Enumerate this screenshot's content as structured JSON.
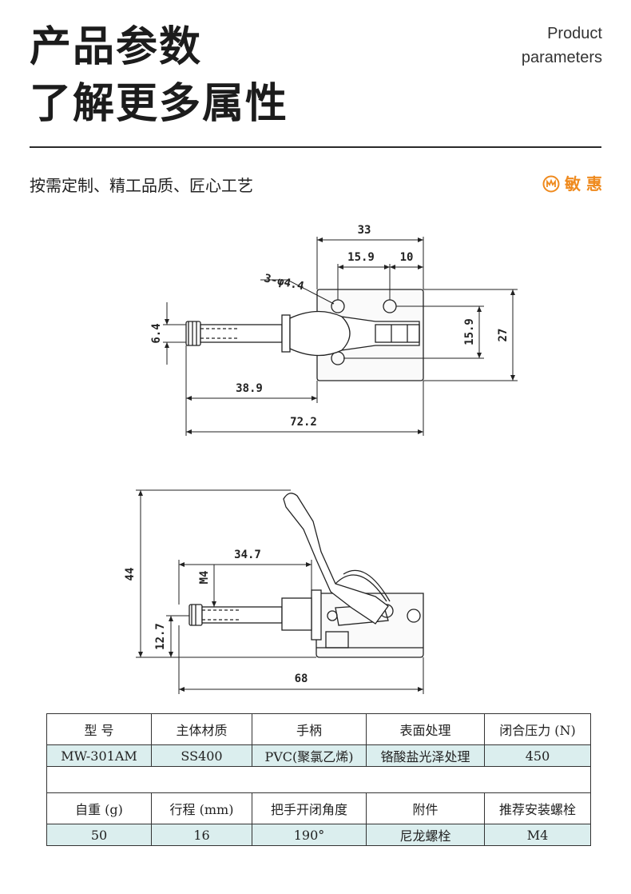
{
  "header": {
    "title_line1": "产品参数",
    "title_line2": "了解更多属性",
    "en_line1": "Product",
    "en_line2": "parameters"
  },
  "slogan": "按需定制、精工品质、匠心工艺",
  "brand": {
    "name": "敏 惠",
    "color": "#ef8a1e"
  },
  "drawing_top": {
    "dims": [
      "33",
      "15.9",
      "10",
      "3-φ4.4",
      "6.4",
      "15.9",
      "27",
      "38.9",
      "72.2"
    ]
  },
  "drawing_side": {
    "dims": [
      "44",
      "34.7",
      "M4",
      "12.7",
      "68"
    ]
  },
  "table": {
    "row1_headers": [
      "型 号",
      "主体材质",
      "手柄",
      "表面处理",
      "闭合压力 (N)"
    ],
    "row1_values": [
      "MW-301AM",
      "SS400",
      "PVC(聚氯乙烯)",
      "铬酸盐光泽处理",
      "450"
    ],
    "row2_headers": [
      "自重 (g)",
      "行程 (mm)",
      "把手开闭角度",
      "附件",
      "推荐安装螺栓"
    ],
    "row2_values": [
      "50",
      "16",
      "190°",
      "尼龙螺栓",
      "M4"
    ],
    "value_bg": "#dbeeee"
  }
}
